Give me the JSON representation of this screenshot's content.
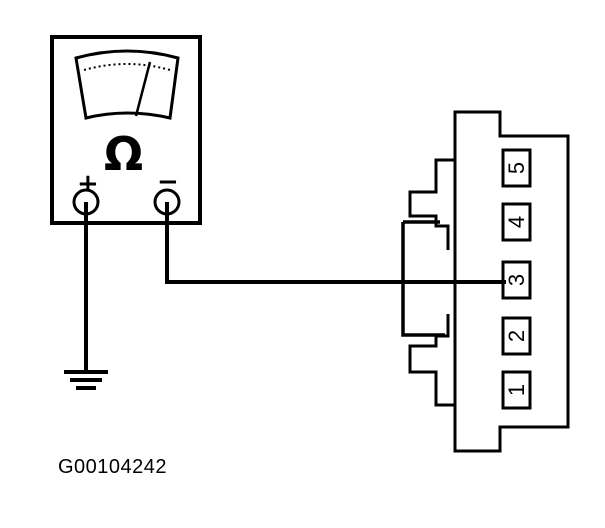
{
  "meter": {
    "symbol": "Ω",
    "positive_label": "+",
    "negative_label": "−"
  },
  "connector": {
    "pins": [
      "1",
      "2",
      "3",
      "4",
      "5"
    ]
  },
  "figure_id": "G00104242"
}
